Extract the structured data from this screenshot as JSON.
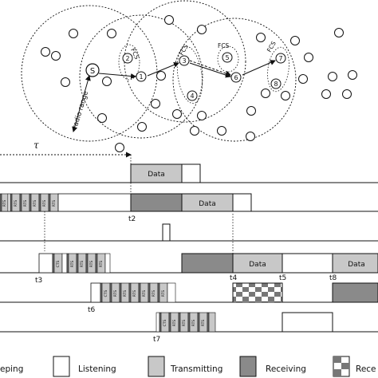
{
  "network": {
    "source_label": "S",
    "nodes": [
      {
        "id": "n1",
        "label": "1"
      },
      {
        "id": "n2",
        "label": "2"
      },
      {
        "id": "n3",
        "label": "3"
      },
      {
        "id": "n4",
        "label": "4"
      },
      {
        "id": "n5",
        "label": "5"
      },
      {
        "id": "n6",
        "label": "6"
      },
      {
        "id": "n7",
        "label": "7"
      },
      {
        "id": "n8",
        "label": "8"
      }
    ],
    "fcs_labels": [
      "FCS",
      "FCS",
      "FCS",
      "FCS"
    ],
    "radio_range_label": "radio range"
  },
  "timeline": {
    "tau_label": "τ",
    "data_label": "Data",
    "rts_label": "RTS",
    "cts_label": "CTS",
    "time_labels": [
      "t2",
      "t3",
      "t4",
      "t5",
      "t6",
      "t7",
      "t8"
    ]
  },
  "legend": {
    "sleeping": "eping",
    "listening": "Listening",
    "transmitting": "Transmitting",
    "receiving": "Receiving",
    "receiving_collision": "Rece"
  },
  "colors": {
    "transmitting": "#c8c8c8",
    "receiving": "#8a8a8a",
    "stroke": "#111111"
  }
}
